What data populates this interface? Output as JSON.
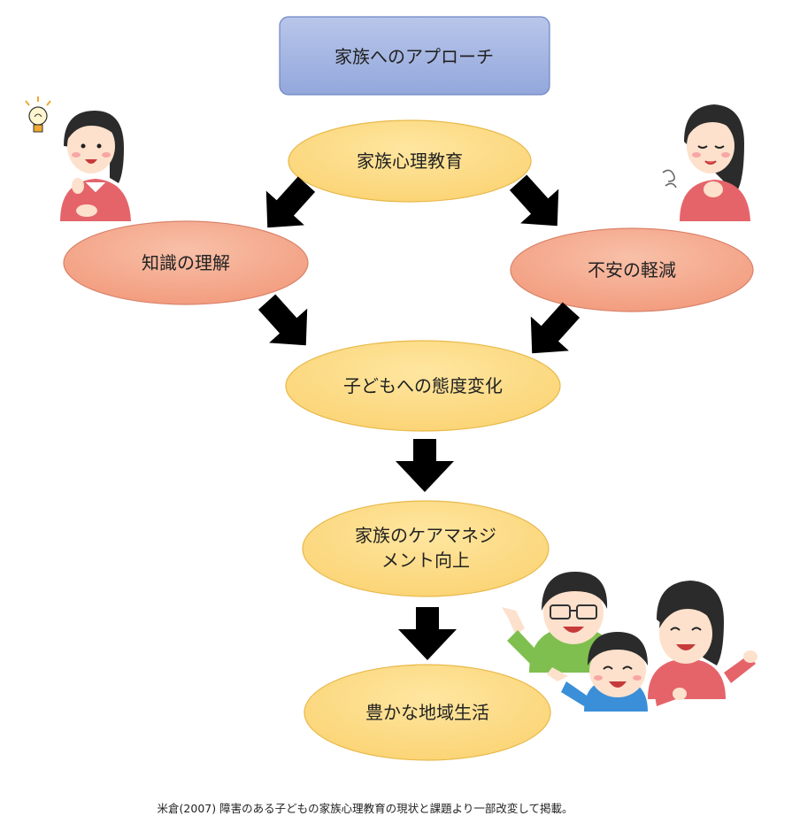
{
  "nodes": {
    "header": {
      "label": "家族へのアプローチ",
      "fill": "#a7b7e0",
      "stroke": "#6f86c4"
    },
    "psychoeducation": {
      "label": "家族心理教育",
      "fill": "#fbd77a",
      "stroke": "#e8b94a"
    },
    "knowledge": {
      "label": "知識の理解",
      "fill": "#f3a48a",
      "stroke": "#d9826a"
    },
    "anxiety": {
      "label": "不安の軽減",
      "fill": "#f3a48a",
      "stroke": "#d9826a"
    },
    "attitude": {
      "label": "子どもへの態度変化",
      "fill": "#fbd77a",
      "stroke": "#e8b94a"
    },
    "care_management": {
      "line1": "家族のケアマネジ",
      "line2": "メント向上",
      "fill": "#fbd77a",
      "stroke": "#e8b94a"
    },
    "community_life": {
      "label": "豊かな地域生活",
      "fill": "#fbd77a",
      "stroke": "#e8b94a"
    }
  },
  "caption": "米倉(2007) 障害のある子どもの家族心理教育の現状と課題より一部改変して掲載。",
  "colors": {
    "arrow": "#000000",
    "text": "#222222"
  }
}
